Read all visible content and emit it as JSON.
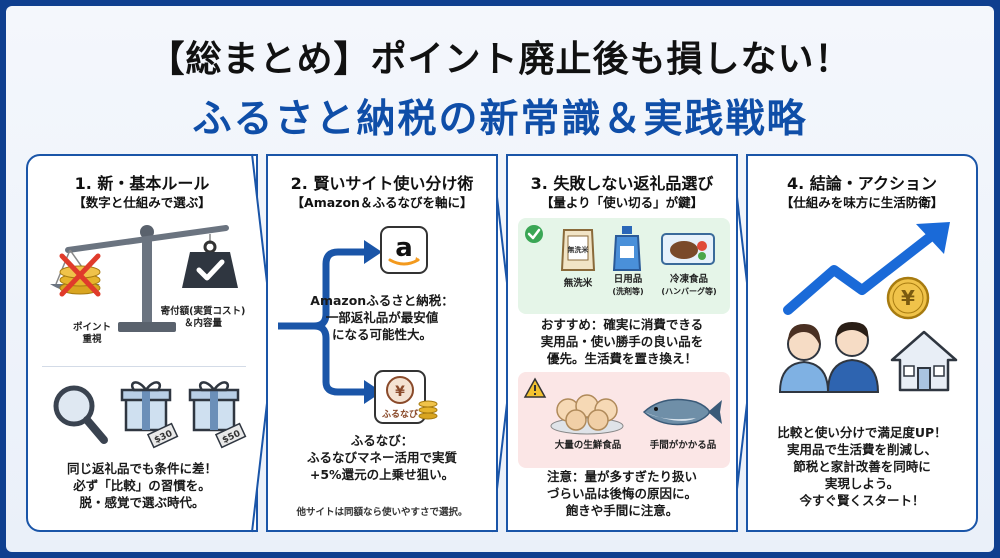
{
  "title": {
    "line1": "【総まとめ】ポイント廃止後も損しない！",
    "line2": "ふるさと納税の新常識＆実践戦略"
  },
  "panels": [
    {
      "heading": "1. 新・基本ルール",
      "subheading": "【数字と仕組みで選ぶ】",
      "label_left_1": "ポイント",
      "label_left_2": "重視",
      "label_right_1": "寄付額(実質コスト)",
      "label_right_2": "＆内容量",
      "tag_1": "$30",
      "tag_2": "$50",
      "text": [
        "同じ返礼品でも条件に差！",
        "必ず「比較」の習慣を。",
        "脱・感覚で選ぶ時代。"
      ]
    },
    {
      "heading": "2. 賢いサイト使い分け術",
      "subheading": "【Amazon＆ふるなびを軸に】",
      "amazon_text": [
        "Amazonふるさと納税：",
        "一部返礼品が最安値",
        "になる可能性大。"
      ],
      "furunavi_logo": "ふるなび",
      "furunavi_text": [
        "ふるなび：",
        "ふるなびマネー活用で実質",
        "+5%還元の上乗せ狙い。"
      ],
      "footnote": "他サイトは同額なら使いやすさで選択。"
    },
    {
      "heading": "3. 失敗しない返礼品選び",
      "subheading": "【量より「使い切る」が鍵】",
      "good_items": [
        {
          "label": "無洗米",
          "sub": ""
        },
        {
          "label": "日用品",
          "sub": "(洗剤等)"
        },
        {
          "label": "冷凍食品",
          "sub": "(ハンバーグ等)"
        }
      ],
      "rice_bag": "無洗米",
      "recommend_text": [
        "おすすめ：確実に消費できる",
        "実用品・使い勝手の良い品を",
        "優先。生活費を置き換え！"
      ],
      "bad_items": [
        {
          "label": "大量の生鮮食品"
        },
        {
          "label": "手間がかかる品"
        }
      ],
      "caution_text": [
        "注意：量が多すぎたり扱い",
        "づらい品は後悔の原因に。",
        "飽きや手間に注意。"
      ]
    },
    {
      "heading": "4. 結論・アクション",
      "subheading": "【仕組みを味方に生活防衛】",
      "yen": "¥",
      "text": [
        "比較と使い分けで満足度UP！",
        "実用品で生活費を削減し、",
        "節税と家計改善を同時に",
        "実現しよう。",
        "今すぐ賢くスタート！"
      ]
    }
  ],
  "colors": {
    "brand_blue": "#0f4ea8",
    "border_blue": "#1a55a8",
    "good_green": "#e5f5e8",
    "caution_red": "#fbe6e6",
    "amazon_orange": "#f39a1e",
    "gold": "#d9a520"
  },
  "icons": [
    "balance-scale-icon",
    "weight-check-icon",
    "coins-crossed-icon",
    "magnifier-icon",
    "gift-icon",
    "amazon-logo-icon",
    "furunavi-logo-icon",
    "rice-bag-icon",
    "detergent-icon",
    "frozen-food-icon",
    "check-icon",
    "warning-icon",
    "shellfish-icon",
    "fish-icon",
    "growth-arrow-icon",
    "yen-coin-icon",
    "family-icon",
    "house-icon"
  ]
}
